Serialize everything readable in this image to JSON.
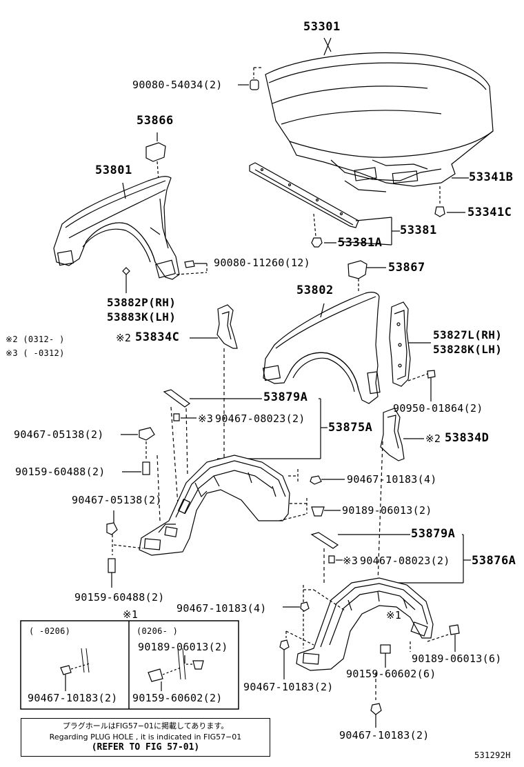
{
  "parts": {
    "p53301": "53301",
    "p90080_54034": "90080-54034(2)",
    "p53866": "53866",
    "p53801": "53801",
    "p53341B": "53341B",
    "p53341C": "53341C",
    "p53381": "53381",
    "p53381A": "53381A",
    "p90080_11260": "90080-11260(12)",
    "p53867": "53867",
    "p53882P": "53882P(RH)",
    "p53883K": "53883K(LH)",
    "p53802": "53802",
    "p53827L": "53827L(RH)",
    "p53828K": "53828K(LH)",
    "p53834C": "53834C",
    "p53834C_mark": "※2",
    "p90950_01864": "90950-01864(2)",
    "p53879A_1": "53879A",
    "p90467_08023_1": "90467-08023(2)",
    "p90467_08023_1_mark": "※3",
    "p53875A": "53875A",
    "p90467_05138_1": "90467-05138(2)",
    "p53834D": "53834D",
    "p53834D_mark": "※2",
    "p90159_60488_1": "90159-60488(2)",
    "p90467_10183_4a": "90467-10183(4)",
    "p90467_05138_2": "90467-05138(2)",
    "p90189_06013_2": "90189-06013(2)",
    "p53879A_2": "53879A",
    "p90467_08023_2": "90467-08023(2)",
    "p90467_08023_2_mark": "※3",
    "p53876A": "53876A",
    "p90159_60488_2": "90159-60488(2)",
    "p90467_10183_4b": "90467-10183(4)",
    "p_mark1_center": "※1",
    "p_mark1_inner": "※1",
    "p90189_06013_6": "90189-06013(6)",
    "p90159_60602_6": "90159-60602(6)",
    "p90467_10183_2a": "90467-10183(2)",
    "p90467_10183_2b": "90467-10183(2)"
  },
  "legend": {
    "mark2": "※2 (0312-    )",
    "mark3": "※3 (    -0312)"
  },
  "inset": {
    "left_date": "(    -0206)",
    "left_part": "90467-10183(2)",
    "right_date": "(0206-    )",
    "right_part_a": "90189-06013(2)",
    "right_part_b": "90159-60602(2)"
  },
  "note": {
    "line1": "プラグホールはFIG57−01に掲載してあります。",
    "line2": "Regarding PLUG HOLE , it is indicated in FIG57−01",
    "line3": "(REFER TO FIG 57-01)"
  },
  "figure_code": "531292H"
}
